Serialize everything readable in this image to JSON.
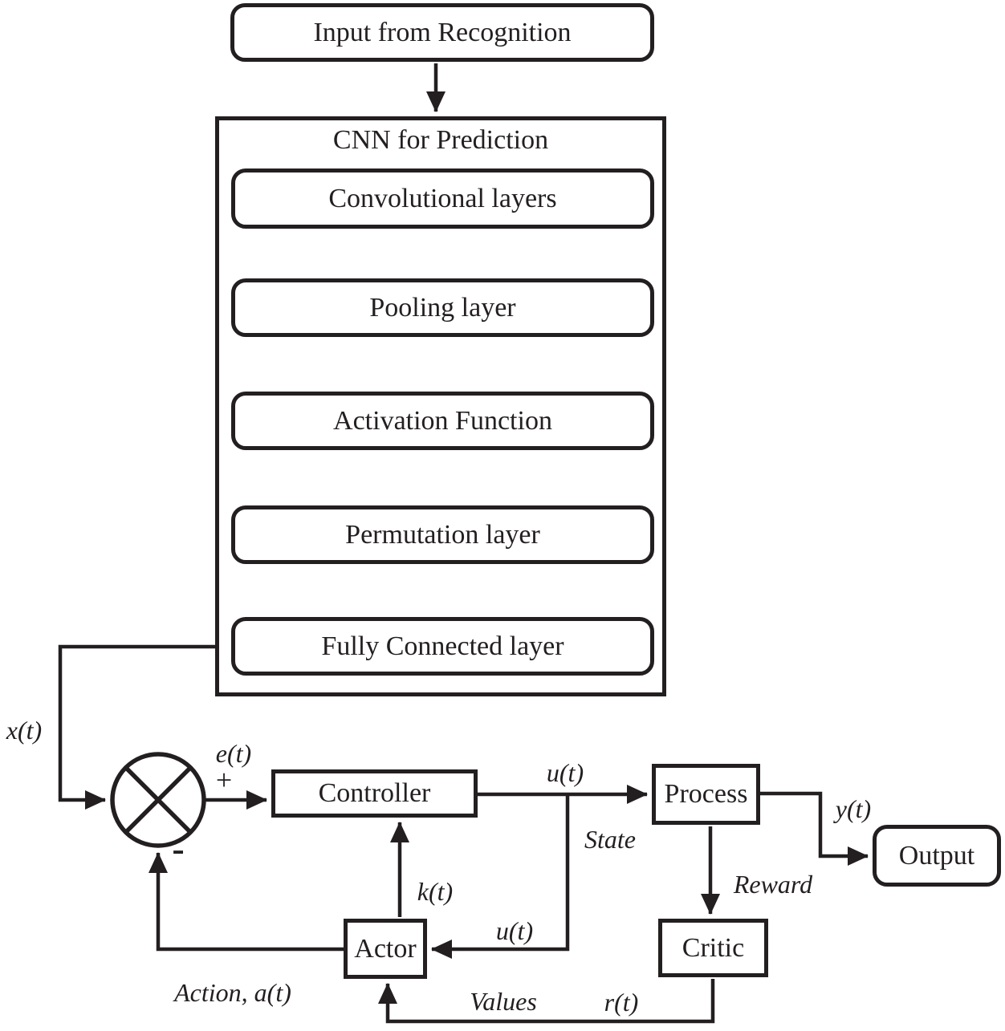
{
  "diagram": {
    "container_title": "CNN for Prediction",
    "nodes": {
      "input": "Input from Recognition",
      "conv": "Convolutional layers",
      "pooling": "Pooling layer",
      "activation": "Activation Function",
      "permutation": "Permutation layer",
      "fc": "Fully Connected layer",
      "controller": "Controller",
      "process": "Process",
      "output": "Output",
      "critic": "Critic",
      "actor": "Actor"
    },
    "signals": {
      "x_t": "x(t)",
      "e_t": "e(t)",
      "plus": "+",
      "minus": "-",
      "u_t": "u(t)",
      "u_t_2": "u(t)",
      "state": "State",
      "k_t": "k(t)",
      "y_t": "y(t)",
      "reward": "Reward",
      "values": "Values",
      "r_t": "r(t)",
      "action": "Action, a(t)"
    },
    "colors": {
      "ink": "#231f20",
      "background": "#ffffff"
    }
  }
}
